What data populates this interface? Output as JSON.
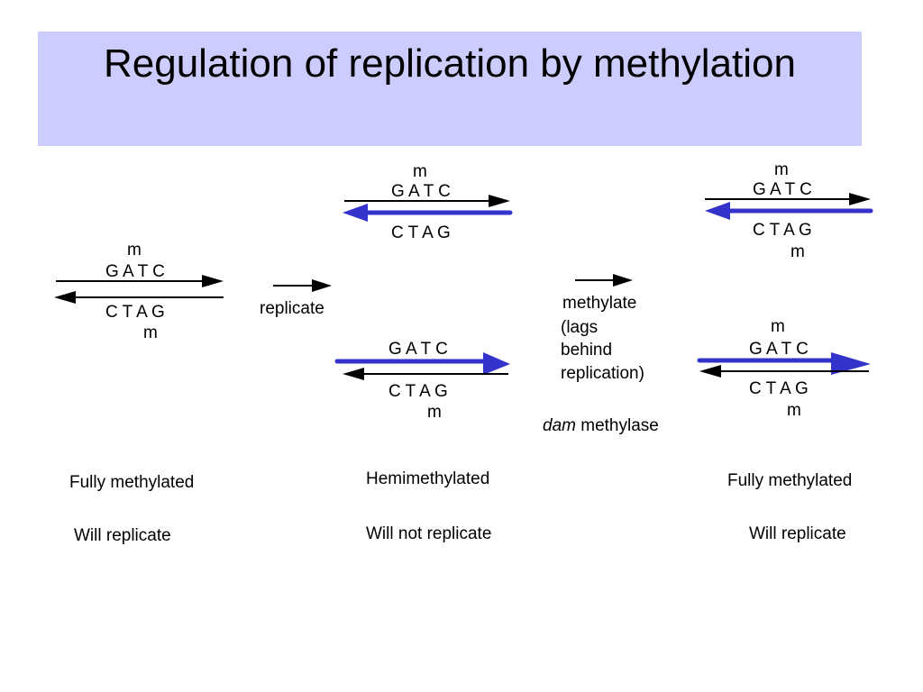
{
  "title": "Regulation of replication by methylation",
  "labels": {
    "m": "m",
    "gatc": "G A T C",
    "ctag": "C T A G",
    "replicate": "replicate",
    "methylate_1": "methylate",
    "methylate_2": "(lags",
    "methylate_3": "behind",
    "methylate_4": "replication)",
    "dam_italic": "dam",
    "dam_rest": " methylase",
    "fully_methylated": "Fully methylated",
    "hemimethylated": "Hemimethylated",
    "will_replicate": "Will replicate",
    "will_not_replicate": "Will not replicate"
  },
  "colors": {
    "new_strand": "#3333cc",
    "old_strand": "#000000",
    "title_background": "#ccccff"
  }
}
